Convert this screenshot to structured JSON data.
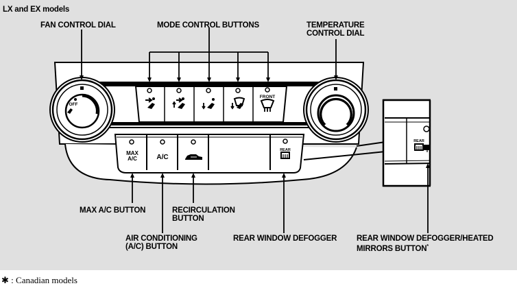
{
  "title": "LX and EX models",
  "labels": {
    "fan_control_dial": "FAN CONTROL DIAL",
    "mode_control_buttons": "MODE CONTROL BUTTONS",
    "temperature_control_dial_line1": "TEMPERATURE",
    "temperature_control_dial_line2": "CONTROL DIAL",
    "max_ac_button": "MAX A/C BUTTON",
    "recirculation_button_line1": "RECIRCULATION",
    "recirculation_button_line2": "BUTTON",
    "air_conditioning_line1": "AIR CONDITIONING",
    "air_conditioning_line2": "(A/C) BUTTON",
    "rear_window_defogger": "REAR WINDOW DEFOGGER",
    "rear_defogger_heated_mirrors_line1": "REAR WINDOW DEFOGGER/HEATED",
    "rear_defogger_heated_mirrors_line2": "MIRRORS BUTTON",
    "asterisk_marker": "*"
  },
  "panel": {
    "fan_dial_text": "OFF",
    "max_ac_line1": "MAX",
    "max_ac_line2": "A/C",
    "ac_button": "A/C",
    "rear_label": "REAR",
    "front_label": "FRONT",
    "mode_icons": [
      "vent-mode-icon",
      "bi-level-mode-icon",
      "floor-mode-icon",
      "floor-defrost-mode-icon",
      "front-defrost-icon"
    ],
    "recirculation_icon": "car-recirculation-icon",
    "rear_defogger_icon": "rear-defogger-icon",
    "heated_mirrors_icon": "heated-mirrors-icon"
  },
  "footnote": {
    "symbol": "✱",
    "text": " : Canadian models"
  }
}
